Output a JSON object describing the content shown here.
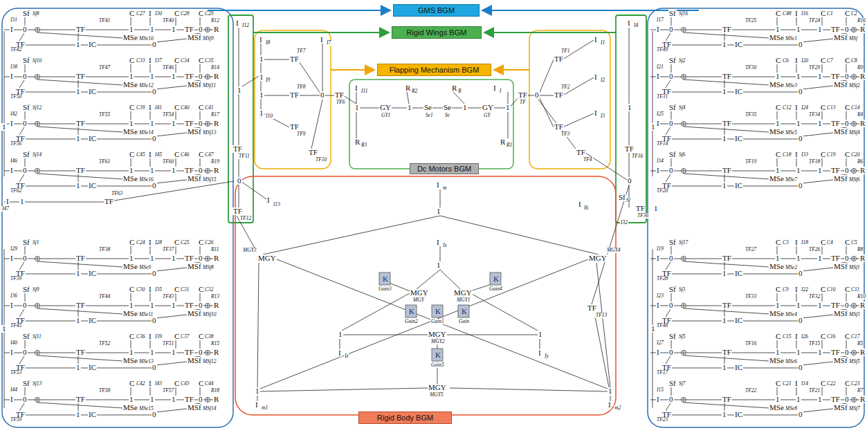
{
  "diagram": {
    "nodes": [
      {
        "text": [
          "GMS BGM"
        ]
      },
      {
        "text": [
          "Rigid Wings BGM"
        ]
      },
      {
        "text": [
          "Flapping Mechanism BGM"
        ]
      },
      {
        "text": [
          "Dc Motors BGM"
        ]
      },
      {
        "text": [
          "Rigid Body BGM"
        ]
      }
    ],
    "labels": [
      "Sf",
      "Sf8",
      "I31",
      "C",
      "C27",
      "I",
      "I30",
      "C",
      "C28",
      "C",
      "C29",
      "TF41",
      "TF40",
      "R12",
      "I",
      "0",
      "TF",
      "1",
      "1",
      "1",
      "TF",
      "0",
      "R",
      "MSe",
      "MSe10",
      "MSf",
      "MSf9",
      "TF",
      "1",
      "IC",
      "0",
      "TF42",
      "Sf",
      "Sf10",
      "I38",
      "C",
      "C33",
      "I",
      "I37",
      "C",
      "C34",
      "C",
      "C35",
      "TF47",
      "TF46",
      "R14",
      "I",
      "0",
      "TF",
      "1",
      "1",
      "1",
      "TF",
      "0",
      "R",
      "MSe",
      "MSe12",
      "MSf",
      "MSf11",
      "TF",
      "1",
      "IC",
      "0",
      "TF50",
      "Sf",
      "Sf12",
      "I42",
      "C",
      "C39",
      "I",
      "I41",
      "C",
      "C40",
      "C",
      "C41",
      "TF55",
      "TF54",
      "R17",
      "I",
      "0",
      "TF",
      "1",
      "1",
      "1",
      "TF",
      "0",
      "R",
      "MSe",
      "MSe14",
      "MSf",
      "MSf13",
      "TF",
      "1",
      "IC",
      "0",
      "TF56",
      "Sf",
      "Sf14",
      "I46",
      "C",
      "C45",
      "I",
      "I45",
      "C",
      "C46",
      "C",
      "C47",
      "TF61",
      "TF60",
      "R19",
      "I",
      "0",
      "TF",
      "1",
      "1",
      "1",
      "TF",
      "0",
      "R",
      "MSe",
      "MSe16",
      "MSf",
      "MSf15",
      "TF",
      "1",
      "IC",
      "0",
      "TF62",
      "Sf",
      "Sf1",
      "I29",
      "C",
      "C24",
      "I",
      "I28",
      "C",
      "C25",
      "C",
      "C26",
      "TF38",
      "TF37",
      "R11",
      "I",
      "0",
      "TF",
      "1",
      "1",
      "1",
      "TF",
      "0",
      "R",
      "MSe",
      "MSe9",
      "MSf",
      "MSf8",
      "TF",
      "1",
      "IC",
      "0",
      "TF39",
      "Sf",
      "Sf9",
      "I36",
      "C",
      "C30",
      "I",
      "I35",
      "C",
      "C31",
      "C",
      "C32",
      "TF44",
      "TF43",
      "R13",
      "I",
      "0",
      "TF",
      "1",
      "1",
      "1",
      "TF",
      "0",
      "R",
      "MSe",
      "MSe11",
      "MSf",
      "MSf10",
      "TF",
      "1",
      "IC",
      "0",
      "TF45",
      "Sf",
      "Sf11",
      "I40",
      "C",
      "C36",
      "I",
      "I39",
      "C",
      "C37",
      "C",
      "C38",
      "TF52",
      "TF51",
      "R15",
      "I",
      "0",
      "TF",
      "1",
      "1",
      "1",
      "TF",
      "0",
      "R",
      "MSe",
      "MSe13",
      "MSf",
      "MSf12",
      "TF",
      "1",
      "IC",
      "0",
      "TF53",
      "Sf",
      "Sf13",
      "I44",
      "C",
      "C42",
      "I",
      "I43",
      "C",
      "C43",
      "C",
      "C44",
      "TF58",
      "TF57",
      "R18",
      "I",
      "0",
      "TF",
      "1",
      "1",
      "1",
      "TF",
      "0",
      "R",
      "MSe",
      "MSe15",
      "MSf",
      "MSf14",
      "TF",
      "1",
      "IC",
      "0",
      "TF59",
      "Sf",
      "Sf16",
      "I17",
      "C",
      "C48",
      "I",
      "I16",
      "C",
      "C1",
      "C",
      "C2",
      "TF25",
      "TF24",
      "R16",
      "I",
      "0",
      "TF",
      "1",
      "1",
      "1",
      "TF",
      "0",
      "R",
      "MSe",
      "MSe1",
      "MSf",
      "MSf",
      "TF",
      "1",
      "IC",
      "0",
      "TF49",
      "Sf",
      "Sf2",
      "I21",
      "C",
      "C6",
      "I",
      "I20",
      "C",
      "C7",
      "C",
      "C8",
      "TF30",
      "TF29",
      "R9",
      "I",
      "0",
      "TF",
      "1",
      "1",
      "1",
      "TF",
      "0",
      "R",
      "MSe",
      "MSe3",
      "MSf",
      "MSf2",
      "TF",
      "1",
      "IC",
      "0",
      "TF31",
      "Sf",
      "Sf4",
      "I25",
      "C",
      "C12",
      "I",
      "I24",
      "C",
      "C13",
      "C",
      "C14",
      "TF35",
      "TF34",
      "R4",
      "I",
      "0",
      "TF",
      "1",
      "1",
      "1",
      "TF",
      "0",
      "R",
      "MSe",
      "MSe5",
      "MSf",
      "MSf4",
      "TF",
      "1",
      "IC",
      "0",
      "TF14",
      "Sf",
      "Sf6",
      "I34",
      "C",
      "C18",
      "I",
      "I33",
      "C",
      "C19",
      "C",
      "C20",
      "TF19",
      "TF18",
      "R6",
      "I",
      "0",
      "TF",
      "1",
      "1",
      "1",
      "TF",
      "0",
      "R",
      "MSe",
      "MSe7",
      "MSf",
      "MSf6",
      "TF",
      "1",
      "IC",
      "0",
      "TF20",
      "Sf",
      "Sf17",
      "I19",
      "C",
      "C3",
      "I",
      "I18",
      "C",
      "C4",
      "C",
      "C5",
      "TF27",
      "TF26",
      "R8",
      "I",
      "0",
      "TF",
      "1",
      "1",
      "1",
      "TF",
      "0",
      "R",
      "MSe",
      "MSe2",
      "MSf",
      "MSf1",
      "TF",
      "1",
      "IC",
      "0",
      "TF28",
      "Sf",
      "Sf3",
      "I23",
      "C",
      "C9",
      "I",
      "I22",
      "C",
      "C10",
      "C",
      "C11",
      "TF33",
      "TF32",
      "R10",
      "I",
      "0",
      "TF",
      "1",
      "1",
      "1",
      "TF",
      "0",
      "R",
      "MSe",
      "MSe4",
      "MSf",
      "MSf3",
      "TF",
      "1",
      "IC",
      "0",
      "TF48",
      "Sf",
      "Sf5",
      "I27",
      "C",
      "C15",
      "I",
      "I26",
      "C",
      "C16",
      "C",
      "C17",
      "TF16",
      "TF15",
      "R5",
      "I",
      "0",
      "TF",
      "1",
      "1",
      "1",
      "TF",
      "0",
      "R",
      "MSe",
      "MSe6",
      "MSf",
      "MSf5",
      "TF",
      "1",
      "IC",
      "0",
      "TF17",
      "Sf",
      "Sf7",
      "I15",
      "C",
      "C21",
      "I",
      "I14",
      "C",
      "C22",
      "C",
      "C23",
      "TF22",
      "TF21",
      "R7",
      "I",
      "0",
      "TF",
      "1",
      "1",
      "1",
      "TF",
      "0",
      "R",
      "MSe",
      "MSe8",
      "MSf",
      "MSf7",
      "TF",
      "1",
      "IC",
      "0",
      "TF23",
      "1",
      "I",
      "I47",
      "1",
      "TF",
      "TF63",
      "1",
      "1",
      "1",
      "1",
      "I",
      "I12",
      "1",
      "TF",
      "TF11",
      "0",
      "I",
      "I13",
      "TF",
      "TF12",
      "I",
      "I4",
      "1",
      "TF",
      "TF16",
      "0",
      "Sf",
      "Sf",
      "I",
      "I6",
      "TF",
      "TF36",
      "I32",
      "I",
      "I8",
      "1",
      "TF",
      "TF7",
      "I",
      "I7",
      "1",
      "I9",
      "1",
      "TF",
      "TF8",
      "0",
      "1",
      "I10",
      "TF",
      "TF9",
      "TF",
      "TF10",
      "TF",
      "TF6",
      "I",
      "I11",
      "R",
      "R2",
      "R",
      "R",
      "I",
      "I",
      "1",
      "GY",
      "1",
      "Se",
      "Se",
      "1",
      "GY",
      "1",
      "GY1",
      "Se1",
      "Se",
      "GY",
      "R",
      "R3",
      "R",
      "R1",
      "TF",
      "TF",
      "I",
      "I1",
      "TF",
      "TF1",
      "I",
      "I2",
      "TF",
      "TF2",
      "0",
      "I",
      "I3",
      "TF",
      "TF3",
      "TF",
      "TF4",
      "I",
      "m",
      "1",
      "MGY",
      "MGY3",
      "MGY",
      "MGY4",
      "I",
      "Ix",
      "1",
      "MGY",
      "MGY",
      "MGY",
      "MGY1",
      "K",
      "Gain3",
      "K",
      "Gain4",
      "K",
      "Gain2",
      "K",
      "Gain1",
      "K",
      "Gain",
      "1",
      "1",
      "MGY",
      "MGY2",
      "I",
      "Iz",
      "I",
      "Iy",
      "K",
      "Gain5",
      "MGY",
      "MGY5",
      "1",
      "I",
      "m1",
      "1",
      "I",
      "m2",
      "TF",
      "TF13"
    ]
  }
}
